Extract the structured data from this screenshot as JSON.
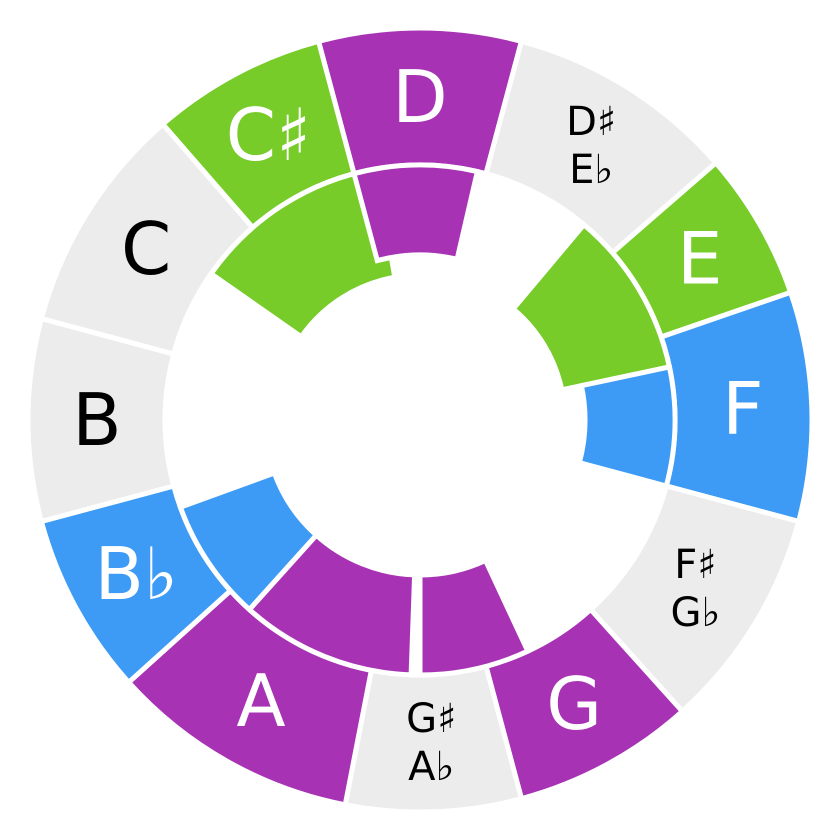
{
  "colors": {
    "purple": "#a733b4",
    "green": "#77cc2a",
    "blue": "#3d9bf5",
    "gray": "#ececec",
    "separator": "#ffffff",
    "text_on_color": "#ffffff",
    "text_on_gray": "#000000"
  },
  "notes": [
    {
      "id": "D",
      "lines": [
        "D"
      ],
      "color": "purple"
    },
    {
      "id": "D#-Eb",
      "lines": [
        "D♯",
        "E♭"
      ],
      "color": "gray"
    },
    {
      "id": "E",
      "lines": [
        "E"
      ],
      "color": "green"
    },
    {
      "id": "F",
      "lines": [
        "F"
      ],
      "color": "blue"
    },
    {
      "id": "F#-Gb",
      "lines": [
        "F♯",
        "G♭"
      ],
      "color": "gray"
    },
    {
      "id": "G",
      "lines": [
        "G"
      ],
      "color": "purple"
    },
    {
      "id": "G#-Ab",
      "lines": [
        "G♯",
        "A♭"
      ],
      "color": "gray"
    },
    {
      "id": "A",
      "lines": [
        "A"
      ],
      "color": "purple"
    },
    {
      "id": "Bb",
      "lines": [
        "B♭"
      ],
      "color": "blue"
    },
    {
      "id": "B",
      "lines": [
        "B"
      ],
      "color": "gray"
    },
    {
      "id": "C",
      "lines": [
        "C"
      ],
      "color": "gray"
    },
    {
      "id": "C#",
      "lines": [
        "C♯"
      ],
      "color": "green"
    }
  ],
  "chord_arcs": [
    {
      "id": "D-major",
      "color": "purple",
      "notes": [
        "D",
        "F#-Gb",
        "A"
      ]
    },
    {
      "id": "E-major",
      "color": "green",
      "notes": [
        "E",
        "G#-Ab",
        "B"
      ]
    },
    {
      "id": "F-major",
      "color": "blue",
      "notes": [
        "F",
        "A",
        "C"
      ]
    },
    {
      "id": "G-major",
      "color": "purple",
      "notes": [
        "G",
        "B",
        "D"
      ]
    },
    {
      "id": "A-major",
      "color": "purple",
      "notes": [
        "A",
        "C#",
        "E"
      ]
    },
    {
      "id": "Bb-major",
      "color": "blue",
      "notes": [
        "Bb",
        "D",
        "F"
      ]
    },
    {
      "id": "C#-major",
      "color": "green",
      "notes": [
        "C#",
        "F",
        "G#-Ab"
      ]
    },
    {
      "id": "D-inner",
      "color": "purple",
      "notes": [
        "D",
        "F",
        "A"
      ]
    }
  ]
}
